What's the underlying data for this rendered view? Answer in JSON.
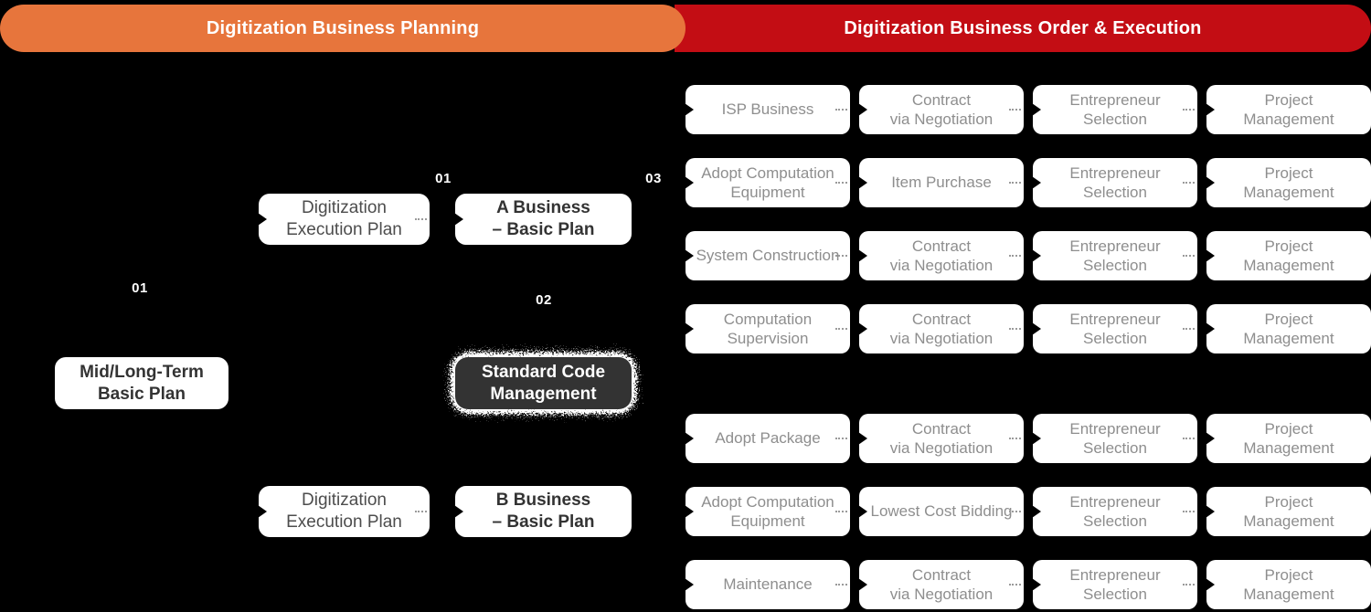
{
  "colors": {
    "bg": "#000000",
    "planning_header": "#E7753C",
    "execution_header": "#C30D14",
    "node_bg": "#FFFFFF",
    "node_text_strong": "#333333",
    "node_text_mid": "#4D4D4D",
    "node_text_soft": "#8E8E8E",
    "dark_node_bg": "#333333",
    "label_text": "#FFFFFF"
  },
  "headers": {
    "planning": "Digitization Business Planning",
    "execution": "Digitization Business Order & Execution"
  },
  "planning": {
    "labels": {
      "mid_plan": "01",
      "a_plan": "01",
      "standard_code": "02",
      "order": "03"
    },
    "mid_long_term": "Mid/Long-Term\nBasic Plan",
    "exec_plan_top": "Digitization\nExecution Plan",
    "a_business": "A Business\n– Basic Plan",
    "standard_code": "Standard Code\nManagement",
    "exec_plan_bottom": "Digitization\nExecution Plan",
    "b_business": "B Business\n– Basic Plan"
  },
  "grid": {
    "rows": [
      {
        "business": "ISP Business",
        "contract": "Contract\nvia Negotiation",
        "selection": "Entrepreneur\nSelection",
        "management": "Project\nManagement"
      },
      {
        "business": "Adopt Computation\nEquipment",
        "contract": "Item Purchase",
        "selection": "Entrepreneur\nSelection",
        "management": "Project\nManagement"
      },
      {
        "business": "System Construction",
        "contract": "Contract\nvia Negotiation",
        "selection": "Entrepreneur\nSelection",
        "management": "Project\nManagement"
      },
      {
        "business": "Computation\nSupervision",
        "contract": "Contract\nvia Negotiation",
        "selection": "Entrepreneur\nSelection",
        "management": "Project\nManagement"
      },
      {
        "business": "Adopt Package",
        "contract": "Contract\nvia Negotiation",
        "selection": "Entrepreneur\nSelection",
        "management": "Project\nManagement"
      },
      {
        "business": "Adopt Computation\nEquipment",
        "contract": "Lowest Cost Bidding",
        "selection": "Entrepreneur\nSelection",
        "management": "Project\nManagement"
      },
      {
        "business": "Maintenance",
        "contract": "Contract\nvia Negotiation",
        "selection": "Entrepreneur\nSelection",
        "management": "Project\nManagement"
      }
    ]
  }
}
